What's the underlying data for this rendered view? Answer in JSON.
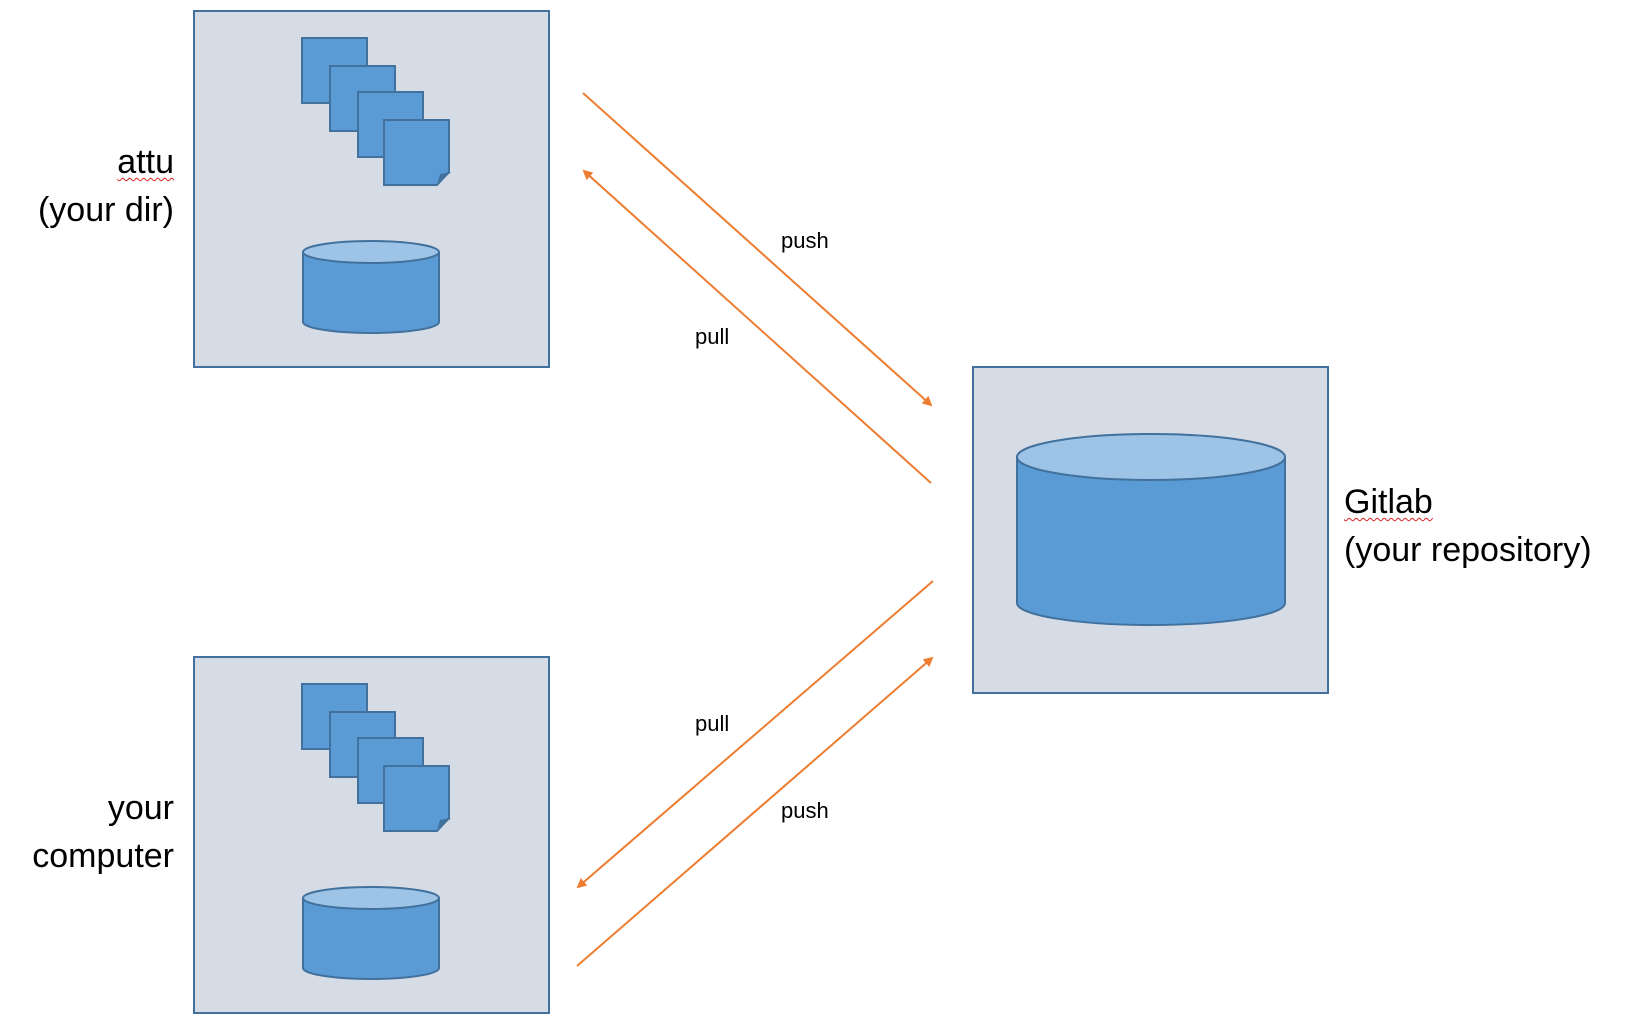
{
  "colors": {
    "box_fill": "#d6dce5",
    "box_stroke": "#41719c",
    "shape_fill": "#5b9bd5",
    "cylinder_top": "#9dc3e6",
    "arrow": "#ed7d31"
  },
  "nodes": {
    "attu": {
      "line1": "attu",
      "line2": "(your dir)",
      "contents": [
        "files-icon",
        "database-icon"
      ]
    },
    "computer": {
      "line1": "your",
      "line2": "computer",
      "contents": [
        "files-icon",
        "database-icon"
      ]
    },
    "gitlab": {
      "line1": "Gitlab",
      "line2": "(your repository)",
      "contents": [
        "database-icon"
      ]
    }
  },
  "edges": [
    {
      "from": "attu",
      "to": "gitlab",
      "label": "push"
    },
    {
      "from": "gitlab",
      "to": "attu",
      "label": "pull"
    },
    {
      "from": "gitlab",
      "to": "computer",
      "label": "pull"
    },
    {
      "from": "computer",
      "to": "gitlab",
      "label": "push"
    }
  ]
}
